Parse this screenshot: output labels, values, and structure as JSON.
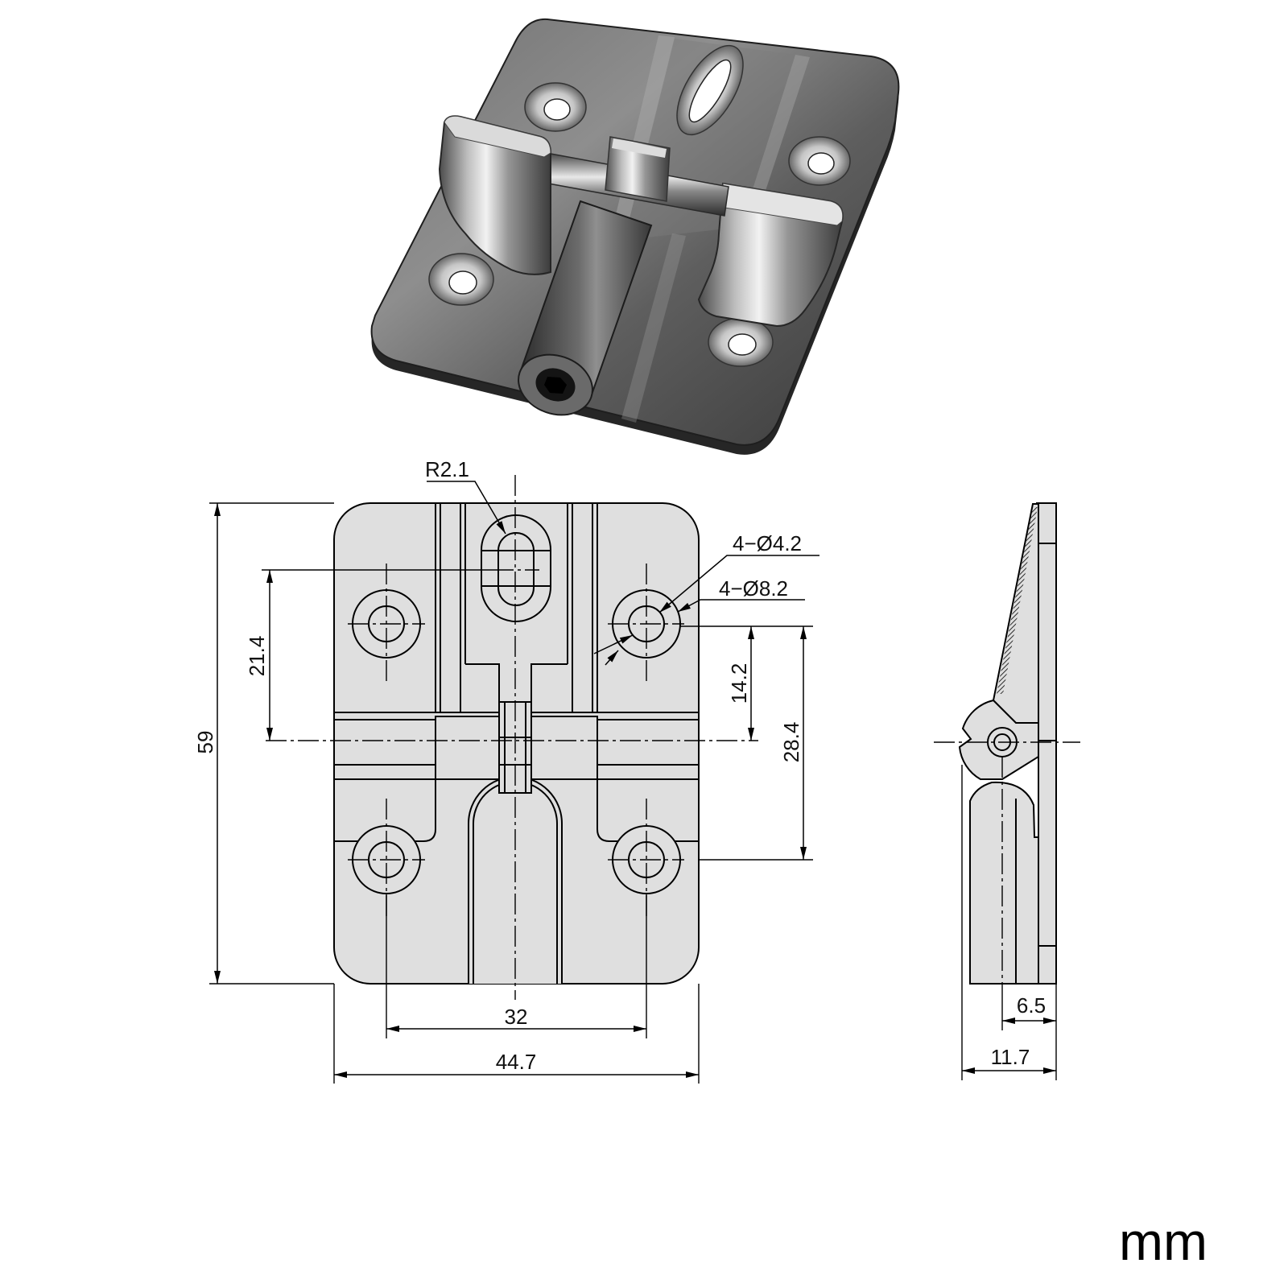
{
  "units_label": "mm",
  "front_view": {
    "slot_radius_label": "R2.1",
    "small_hole_label": "4−Ø4.2",
    "large_hole_label": "4−Ø8.2",
    "slot_to_axis": "21.4",
    "overall_height": "59",
    "hole_to_axis": "14.2",
    "hole_spacing_vertical": "28.4",
    "hole_spacing_horizontal": "32",
    "overall_width": "44.7"
  },
  "side_view": {
    "pin_offset": "6.5",
    "overall_thickness": "11.7"
  },
  "colors": {
    "background": "#ffffff",
    "drawing_fill": "#dfdfdf",
    "line": "#000000",
    "metal_dark": "#3c3c3c",
    "metal_light": "#e2e2e2"
  }
}
